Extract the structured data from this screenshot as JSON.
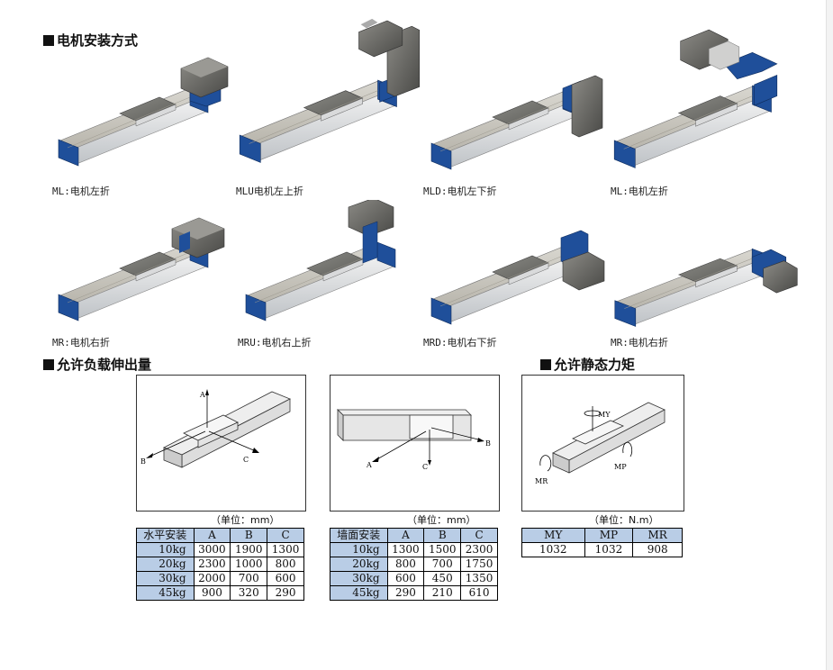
{
  "sections": {
    "mounting": "电机安装方式",
    "overhang": "允许负载伸出量",
    "static": "允许静态力矩"
  },
  "modules": [
    {
      "code": "ML",
      "caption": "ML:电机左折"
    },
    {
      "code": "MLU",
      "caption": "MLU电机左上折"
    },
    {
      "code": "MLD",
      "caption": "MLD:电机左下折"
    },
    {
      "code": "ML",
      "caption": "ML:电机左折"
    },
    {
      "code": "MR",
      "caption": "MR:电机右折"
    },
    {
      "code": "MRU",
      "caption": "MRU:电机右上折"
    },
    {
      "code": "MRD",
      "caption": "MRD:电机右下折"
    },
    {
      "code": "MR",
      "caption": "MR:电机右折"
    }
  ],
  "diagrams": {
    "horizontal": {
      "a": "A",
      "b": "B",
      "c": "C"
    },
    "wall": {
      "a": "A",
      "b": "B",
      "c": "C"
    },
    "moment": {
      "my": "MY",
      "mp": "MP",
      "mr": "MR"
    }
  },
  "tables": {
    "horizontal": {
      "unit": "（单位：mm）",
      "headers": [
        "水平安装",
        "A",
        "B",
        "C"
      ],
      "rows": [
        [
          "10kg",
          "3000",
          "1900",
          "1300"
        ],
        [
          "20kg",
          "2300",
          "1000",
          "800"
        ],
        [
          "30kg",
          "2000",
          "700",
          "600"
        ],
        [
          "45kg",
          "900",
          "320",
          "290"
        ]
      ]
    },
    "wall": {
      "unit": "（单位：mm）",
      "headers": [
        "墙面安装",
        "A",
        "B",
        "C"
      ],
      "rows": [
        [
          "10kg",
          "1300",
          "1500",
          "2300"
        ],
        [
          "20kg",
          "800",
          "700",
          "1750"
        ],
        [
          "30kg",
          "600",
          "450",
          "1350"
        ],
        [
          "45kg",
          "290",
          "210",
          "610"
        ]
      ]
    },
    "static": {
      "unit": "（单位：N.m）",
      "headers": [
        "MY",
        "MP",
        "MR"
      ],
      "rows": [
        [
          "1032",
          "1032",
          "908"
        ]
      ]
    }
  }
}
